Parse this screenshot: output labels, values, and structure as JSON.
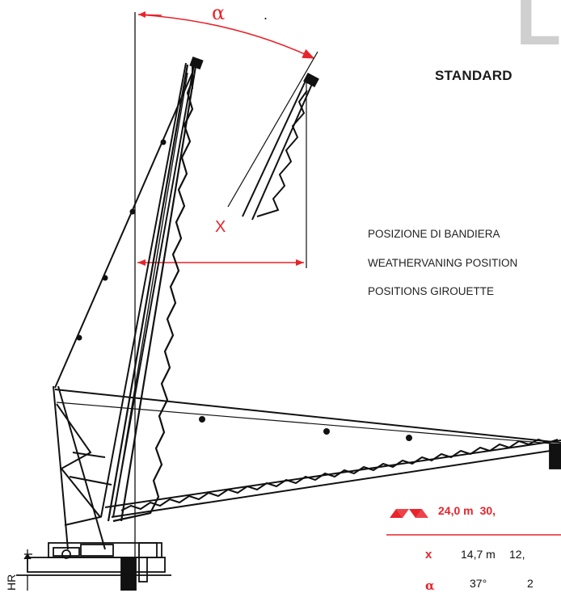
{
  "brand": {
    "letter": "L"
  },
  "header": {
    "subtitle": "STANDARD"
  },
  "positions": {
    "italian": "POSIZIONE DI BANDIERA",
    "english": "WEATHERVANING POSITION",
    "french": "POSITIONS GIROUETTE"
  },
  "labels": {
    "alpha": "α",
    "x": "X",
    "dot": ".",
    "hr": "HR"
  },
  "table": {
    "boom_lengths": [
      "24,0 m",
      "30,"
    ],
    "rows": [
      {
        "symbol": "x",
        "values": [
          "14,7 m",
          "12,"
        ]
      },
      {
        "symbol": "α",
        "values": [
          "37°",
          "2"
        ]
      }
    ]
  },
  "colors": {
    "accent": "#e8232a",
    "ink": "#111111",
    "watermark": "#cfcfcf"
  },
  "icons": {
    "boom_symbol": "lattice-triangles-icon"
  }
}
